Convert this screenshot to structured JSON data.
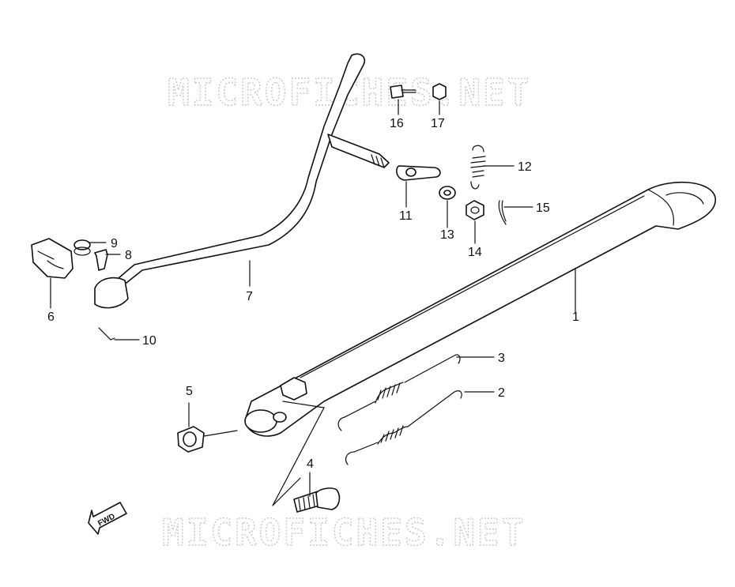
{
  "watermark": {
    "top": "MICROFICHES.NET",
    "bottom": "MICROFICHES.NET"
  },
  "fwd_arrow": {
    "label": "FWD"
  },
  "callouts": {
    "p1": "1",
    "p2": "2",
    "p3": "3",
    "p4": "4",
    "p5": "5",
    "p6": "6",
    "p7": "7",
    "p8": "8",
    "p9": "9",
    "p10": "10",
    "p11": "11",
    "p12": "12",
    "p13": "13",
    "p14": "14",
    "p15": "15",
    "p16": "16",
    "p17": "17"
  }
}
